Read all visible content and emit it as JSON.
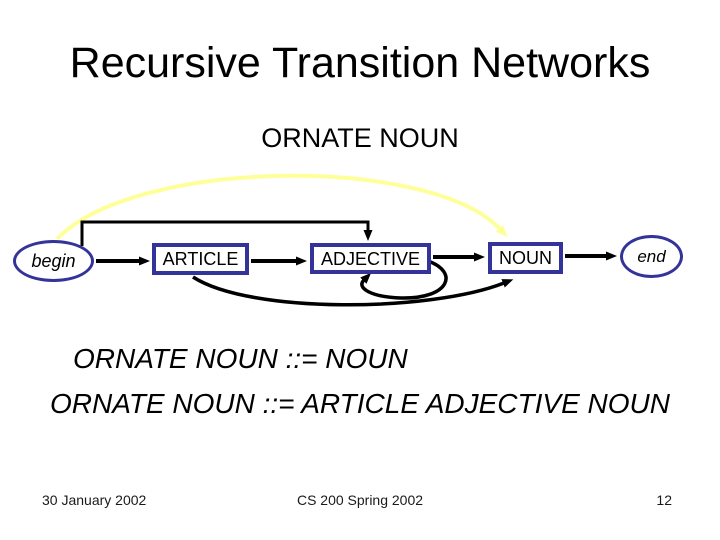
{
  "slide": {
    "title": "Recursive Transition Networks",
    "subtitle": "ORNATE NOUN",
    "rules": [
      "ORNATE NOUN ::= NOUN",
      "ORNATE NOUN ::= ARTICLE ADJECTIVE NOUN"
    ],
    "footer": {
      "date": "30 January 2002",
      "course": "CS 200 Spring 2002",
      "page": "12"
    }
  },
  "diagram": {
    "name": "ORNATE NOUN recursive transition network",
    "nodes": [
      {
        "id": "begin",
        "label": "begin",
        "shape": "ellipse"
      },
      {
        "id": "article",
        "label": "ARTICLE",
        "shape": "box"
      },
      {
        "id": "adjective",
        "label": "ADJECTIVE",
        "shape": "box"
      },
      {
        "id": "noun",
        "label": "NOUN",
        "shape": "box"
      },
      {
        "id": "end",
        "label": "end",
        "shape": "ellipse"
      }
    ],
    "edges": [
      {
        "from": "begin",
        "to": "article",
        "style": "straight-arrow"
      },
      {
        "from": "article",
        "to": "adjective",
        "style": "straight-arrow"
      },
      {
        "from": "adjective",
        "to": "noun",
        "style": "straight-arrow"
      },
      {
        "from": "noun",
        "to": "end",
        "style": "straight-arrow"
      },
      {
        "from": "begin",
        "to": "adjective",
        "style": "top-right-angle-bypass"
      },
      {
        "from": "begin",
        "to": "noun",
        "style": "yellow-highlight-arc"
      },
      {
        "from": "article",
        "to": "noun",
        "style": "bottom-arc-bypass"
      },
      {
        "from": "adjective",
        "to": "adjective",
        "style": "self-loop"
      }
    ],
    "colors": {
      "node_border": "#333399",
      "edge_black": "#000000",
      "edge_highlight_yellow": "#FFFF99",
      "background": "#FFFFFF"
    }
  }
}
